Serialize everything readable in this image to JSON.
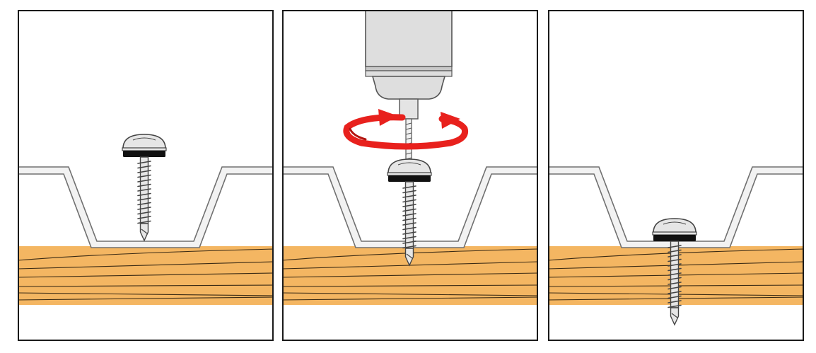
{
  "diagram": {
    "steps": [
      {
        "step": 1,
        "screw_state": "positioned",
        "drill": false,
        "rotation_arrow": false
      },
      {
        "step": 2,
        "screw_state": "drilling",
        "drill": true,
        "rotation_arrow": true
      },
      {
        "step": 3,
        "screw_state": "installed",
        "drill": false,
        "rotation_arrow": false
      }
    ],
    "colors": {
      "border": "#1a1a1a",
      "sheet_fill": "#f2f2f2",
      "sheet_stroke": "#707070",
      "wood_fill": "#f4b662",
      "wood_grain": "#3a2a14",
      "screw_metal": "#e6e6e6",
      "screw_outline": "#444444",
      "washer": "#111111",
      "drill_body": "#dedede",
      "drill_outline": "#555555",
      "arrow": "#e8211d",
      "arrow_dark": "#b3140f"
    },
    "icons": [
      "self-drilling-screw-icon",
      "drill-chuck-icon",
      "rotation-arrow-icon"
    ]
  }
}
